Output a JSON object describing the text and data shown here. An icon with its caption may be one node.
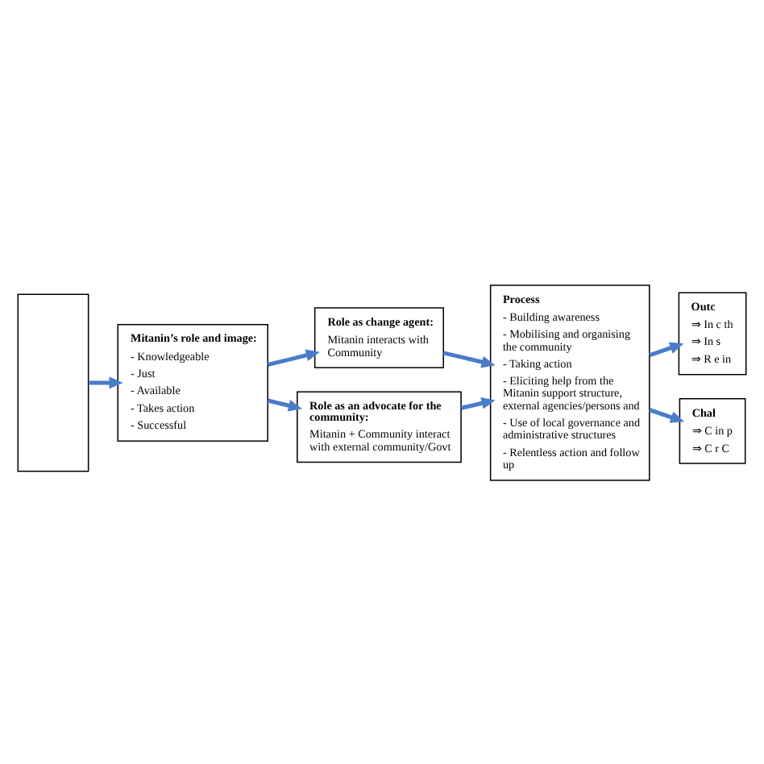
{
  "diagram": {
    "nodes": [
      {
        "text": [],
        "shape": "box"
      },
      {
        "text": [
          "Role as change agent:",
          "Mitanin interacts with Community"
        ]
      },
      {
        "text": [
          "Mitanin’s role and image:",
          "- Knowledgeable",
          "- Just",
          "- Available",
          "- Takes action",
          "- Successful"
        ]
      },
      {
        "text": [
          "Role as an advocate for the community:",
          "Mitanin + Community interact with external community/Govt"
        ]
      },
      {
        "text": [
          "Process",
          "- Building awareness",
          "- Mobilising and organising the community",
          "- Taking action",
          "- Eliciting help from the Mitanin support structure, external agencies/persons and",
          "- Use of local governance and administrative structures",
          "- Relentless action and follow up"
        ]
      },
      {
        "text": [
          "Outc",
          "⇒ In c th",
          "⇒ In s",
          "⇒ R e in"
        ]
      },
      {
        "text": [
          "Chal",
          "⇒ C in p",
          "⇒ C r C"
        ]
      }
    ],
    "edges": [
      {
        "from": 0,
        "to": 2,
        "arrow": "to"
      },
      {
        "from": 2,
        "to": 1,
        "arrow": "to"
      },
      {
        "from": 2,
        "to": 3,
        "arrow": "to"
      },
      {
        "from": 1,
        "to": 4,
        "arrow": "to"
      },
      {
        "from": 3,
        "to": 4,
        "arrow": "to"
      },
      {
        "from": 4,
        "to": 5,
        "arrow": "to"
      },
      {
        "from": 4,
        "to": 6,
        "arrow": "to"
      }
    ]
  }
}
